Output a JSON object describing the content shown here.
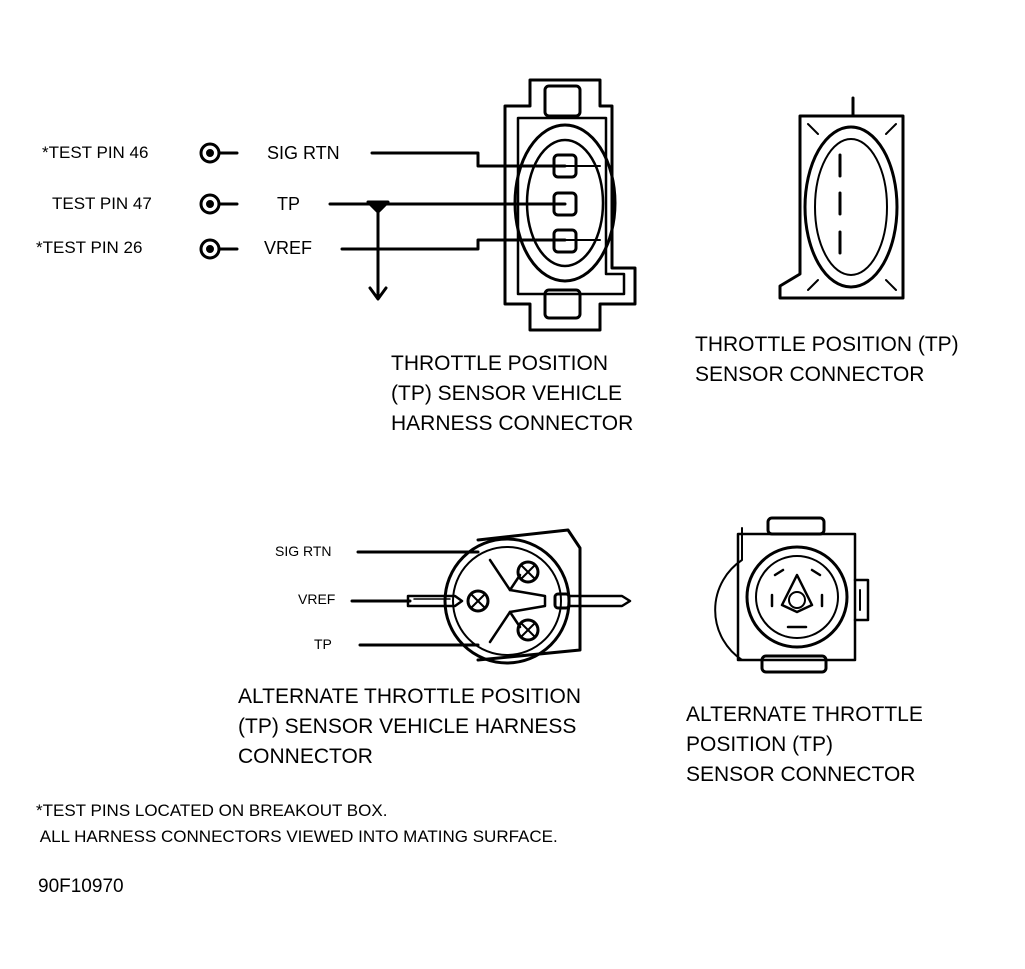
{
  "top_left": {
    "pins": [
      {
        "test_pin": "*TEST PIN 46",
        "signal": "SIG RTN"
      },
      {
        "test_pin": "TEST PIN 47",
        "signal": "TP"
      },
      {
        "test_pin": "*TEST PIN 26",
        "signal": "VREF"
      }
    ],
    "caption": [
      "THROTTLE POSITION",
      "(TP) SENSOR VEHICLE",
      "HARNESS CONNECTOR"
    ]
  },
  "top_right": {
    "caption": [
      "THROTTLE POSITION (TP)",
      "SENSOR CONNECTOR"
    ]
  },
  "bottom_left": {
    "signals": [
      "SIG RTN",
      "VREF",
      "TP"
    ],
    "caption": [
      "ALTERNATE THROTTLE POSITION",
      "(TP) SENSOR VEHICLE HARNESS",
      "CONNECTOR"
    ]
  },
  "bottom_right": {
    "caption": [
      "ALTERNATE THROTTLE",
      "POSITION (TP)",
      "SENSOR CONNECTOR"
    ]
  },
  "footnote": [
    "*TEST PINS LOCATED ON BREAKOUT BOX.",
    " ALL HARNESS CONNECTORS VIEWED INTO MATING SURFACE."
  ],
  "figure_code": "90F10970"
}
